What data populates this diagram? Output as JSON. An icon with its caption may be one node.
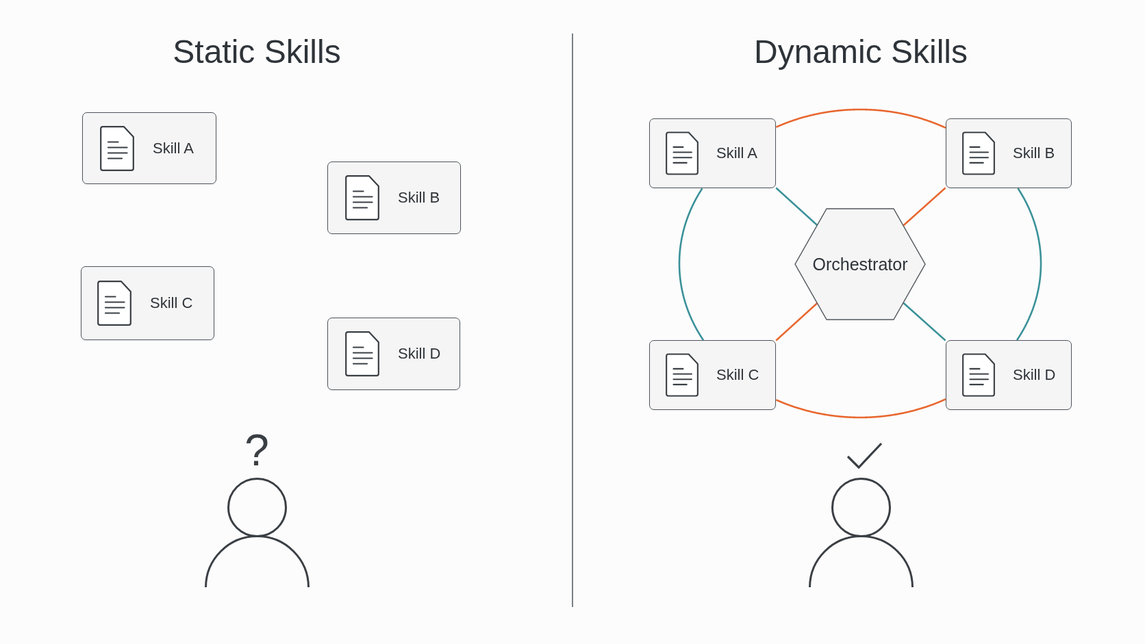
{
  "diagram": {
    "nodes": [
      {
        "text": [
          "Skill A"
        ]
      },
      {
        "text": [
          "Skill B"
        ]
      },
      {
        "text": [
          "Skill C"
        ]
      },
      {
        "text": [
          "Skill D"
        ]
      },
      {
        "text": [
          "Skill A"
        ]
      },
      {
        "text": [
          "Skill B"
        ]
      },
      {
        "text": [
          "Orchestrator"
        ]
      },
      {
        "text": [
          "Skill C"
        ]
      },
      {
        "text": [
          "Skill D"
        ]
      }
    ],
    "edges": [
      {
        "from": 4,
        "to": 5,
        "arrow": "none",
        "color": "#e8672f"
      },
      {
        "from": 5,
        "to": 8,
        "arrow": "none",
        "color": "#3b9199"
      },
      {
        "from": 8,
        "to": 7,
        "arrow": "none",
        "color": "#e8672f"
      },
      {
        "from": 7,
        "to": 4,
        "arrow": "none",
        "color": "#3b9199"
      },
      {
        "from": 4,
        "to": 6,
        "arrow": "none",
        "color": "#3b9199"
      },
      {
        "from": 5,
        "to": 6,
        "arrow": "none",
        "color": "#e8672f"
      },
      {
        "from": 7,
        "to": 6,
        "arrow": "none",
        "color": "#e8672f"
      },
      {
        "from": 8,
        "to": 6,
        "arrow": "none",
        "color": "#3b9199"
      }
    ],
    "labels": [
      "Static Skills",
      "Dynamic Skills",
      "?"
    ]
  }
}
